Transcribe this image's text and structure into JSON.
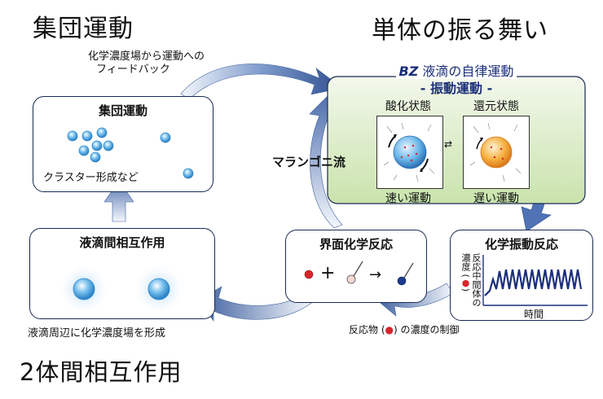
{
  "headings": {
    "collective_motion": "集団運動",
    "single_behavior": "単体の振る舞い",
    "two_body_interaction": "2体間相互作用"
  },
  "feedback_label": {
    "line1": "化学濃度場から運動への",
    "line2": "フィードバック"
  },
  "collective_box": {
    "title": "集団運動",
    "caption": "クラスター形成など"
  },
  "interaction_box": {
    "title": "液滴間相互作用",
    "caption": "液滴周辺に化学濃度場を形成"
  },
  "bz_panel": {
    "title_prefix": "BZ",
    "title_rest": " 液滴の自律運動",
    "subtitle": "- 振動運動 -",
    "oxidized_label": "酸化状態",
    "reduced_label": "還元状態",
    "fast_label": "速い運動",
    "slow_label": "遅い運動"
  },
  "marangoni_label": "マランゴニ流",
  "interface_box": {
    "title": "界面化学反応",
    "plus": "+",
    "arrow": "→"
  },
  "oscillation_box": {
    "title": "化学振動反応",
    "ylabel_line1": "反応中間体の",
    "ylabel_line2_prefix": "濃度 (",
    "ylabel_line2_suffix": ")",
    "xlabel": "時間"
  },
  "reactant_caption": {
    "prefix": "反応物 (",
    "suffix": ") の濃度の制御"
  },
  "colors": {
    "arrow_blue": "#3d5f9e",
    "panel_green": "#dcebc9",
    "droplet_blue": "#4aa3df",
    "droplet_orange": "#f4a12b",
    "reactant_red": "#d8242b",
    "product_blue": "#1d3c8f",
    "curve": "#1b2f7a"
  }
}
